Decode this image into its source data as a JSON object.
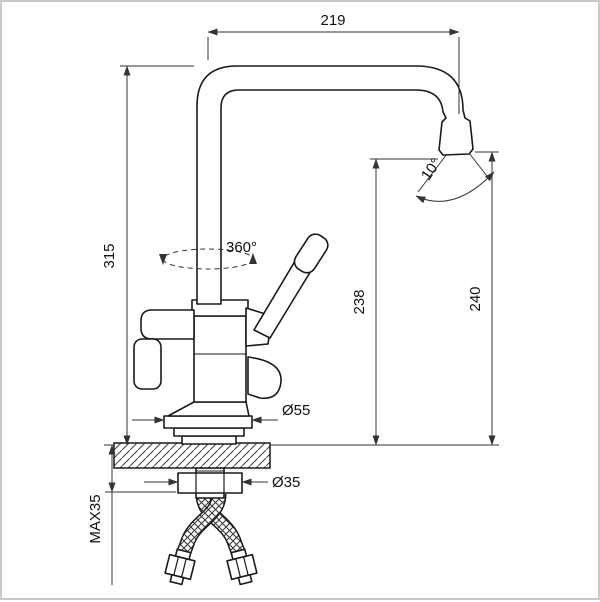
{
  "dims": {
    "reach": "219",
    "height": "315",
    "swivel": "360°",
    "tilt": "10°",
    "spout_height": "238",
    "outlet_height": "240",
    "base_diameter": "Ø55",
    "hole_diameter": "Ø35",
    "max_thickness": "MAX35"
  },
  "colors": {
    "line": "#1a1a1a",
    "dimension": "#333333",
    "background": "#ffffff",
    "frame": "#c9c9c9"
  }
}
